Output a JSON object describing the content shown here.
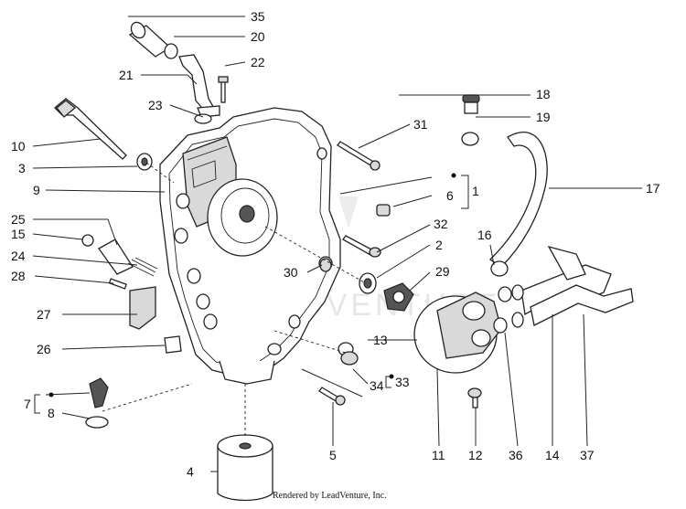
{
  "watermark": "LEADVENTURE",
  "credit": "Rendered by LeadVenture, Inc.",
  "callouts": {
    "c1": "1",
    "c2": "2",
    "c3": "3",
    "c4": "4",
    "c5": "5",
    "c6": "6",
    "c7": "7",
    "c8": "8",
    "c9": "9",
    "c10": "10",
    "c11": "11",
    "c12": "12",
    "c13": "13",
    "c14": "14",
    "c15": "15",
    "c16": "16",
    "c17": "17",
    "c18": "18",
    "c19": "19",
    "c20": "20",
    "c21": "21",
    "c22": "22",
    "c23": "23",
    "c24": "24",
    "c25": "25",
    "c26": "26",
    "c27": "27",
    "c28": "28",
    "c29": "29",
    "c30": "30",
    "c31": "31",
    "c32": "32",
    "c33": "33",
    "c34": "34",
    "c35": "35",
    "c36": "36",
    "c37": "37"
  }
}
